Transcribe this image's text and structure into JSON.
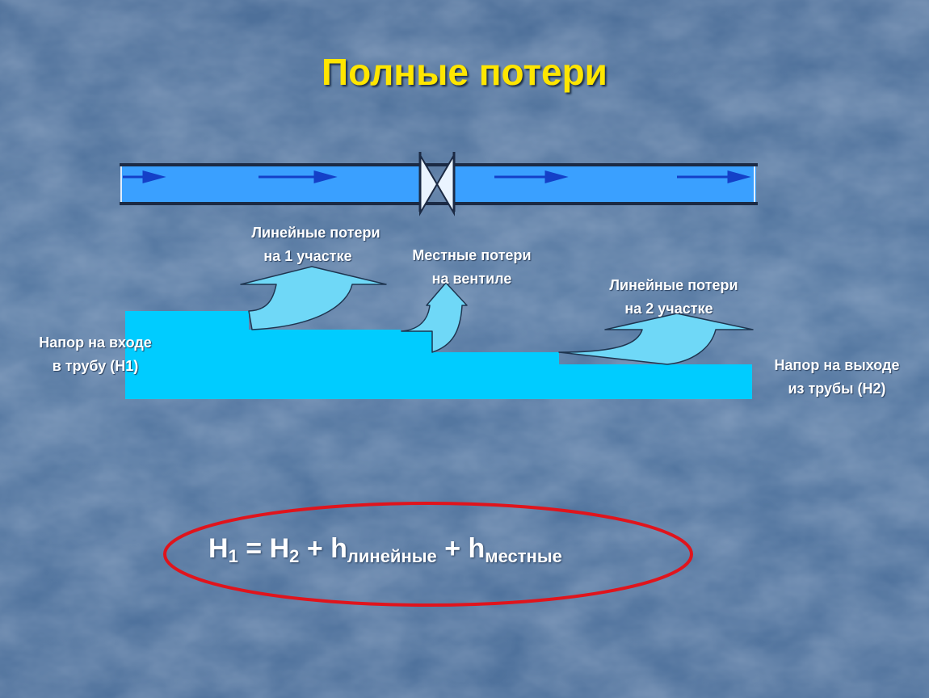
{
  "title": "Полные потери",
  "labels": {
    "linear_loss_1": [
      "Линейные потери",
      "на 1 участке"
    ],
    "local_loss_valve": [
      "Местные потери",
      "на вентиле"
    ],
    "linear_loss_2": [
      "Линейные потери",
      "на 2 участке"
    ],
    "inlet_head": [
      "Напор на входе",
      "в трубу (Н1)"
    ],
    "outlet_head": [
      "Напор на выходе",
      "из трубы (Н2)"
    ]
  },
  "formula": {
    "h1": "H",
    "h1_sub": "1",
    "eq": " = ",
    "h2": "H",
    "h2_sub": "2",
    "plus1": " + ",
    "hl": "h",
    "hl_sub": "линейные",
    "plus2": " + ",
    "hm": "h",
    "hm_sub": "местные"
  },
  "colors": {
    "title": "#ffe600",
    "pipe_fill": "#3aa0ff",
    "flow_fill": "#00ccff",
    "ellipse": "#e0141c",
    "background": "#567aa3"
  },
  "icons": {
    "flow_arrow": "arrow-right-icon",
    "valve": "valve-icon"
  }
}
